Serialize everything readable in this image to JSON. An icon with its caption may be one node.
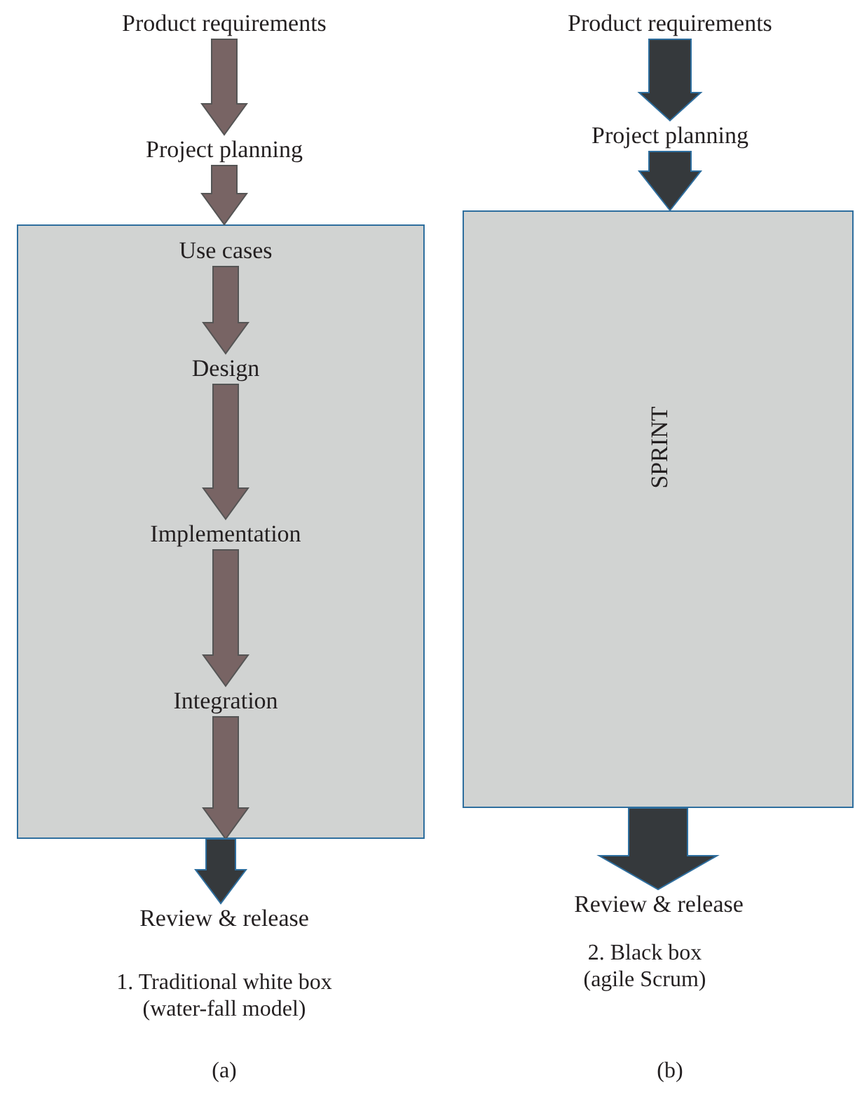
{
  "diagram": {
    "nodes": [
      {
        "text": [
          "Product requirements"
        ]
      },
      {
        "text": [
          "Project planning"
        ]
      },
      {
        "text": [],
        "shape": "box"
      },
      {
        "text": [
          "Use cases"
        ],
        "in": 2
      },
      {
        "text": [
          "Design"
        ],
        "in": 2
      },
      {
        "text": [
          "Implementation"
        ],
        "in": 2
      },
      {
        "text": [
          "Integration"
        ],
        "in": 2
      },
      {
        "text": [
          "Review & release"
        ]
      },
      {
        "text": [
          "Product requirements"
        ]
      },
      {
        "text": [
          "Project planning"
        ]
      },
      {
        "text": [
          "SPRINT"
        ]
      },
      {
        "text": [
          "Review & release"
        ]
      }
    ],
    "edges": [
      {
        "from": 0,
        "to": 1,
        "arrow": "to"
      },
      {
        "from": 1,
        "to": 2,
        "arrow": "to"
      },
      {
        "from": 3,
        "to": 4,
        "arrow": "to"
      },
      {
        "from": 4,
        "to": 5,
        "arrow": "to"
      },
      {
        "from": 5,
        "to": 6,
        "arrow": "to"
      },
      {
        "from": 6,
        "to": 2,
        "arrow": "to"
      },
      {
        "from": 2,
        "to": 7,
        "arrow": "to",
        "color": "#35393c"
      },
      {
        "from": 8,
        "to": 9,
        "arrow": "to",
        "color": "#35393c"
      },
      {
        "from": 9,
        "to": 10,
        "arrow": "to",
        "color": "#35393c"
      },
      {
        "from": 10,
        "to": 11,
        "arrow": "to",
        "color": "#35393c"
      }
    ],
    "labels": [
      "1. Traditional white box (water-fall model)",
      "2. Black box (agile Scrum)",
      "(a)",
      "(b)"
    ]
  }
}
